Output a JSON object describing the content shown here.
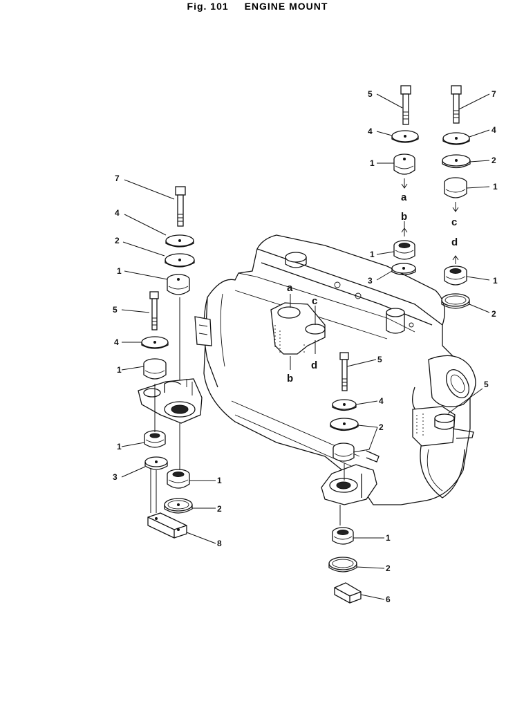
{
  "figure": {
    "number": "Fig. 101",
    "title": "ENGINE MOUNT"
  },
  "callouts": {
    "c1": "1",
    "c2": "2",
    "c3": "3",
    "c4": "4",
    "c5": "5",
    "c6": "6",
    "c7": "7",
    "c8": "8"
  },
  "refs": {
    "a": "a",
    "b": "b",
    "c": "c",
    "d": "d"
  }
}
